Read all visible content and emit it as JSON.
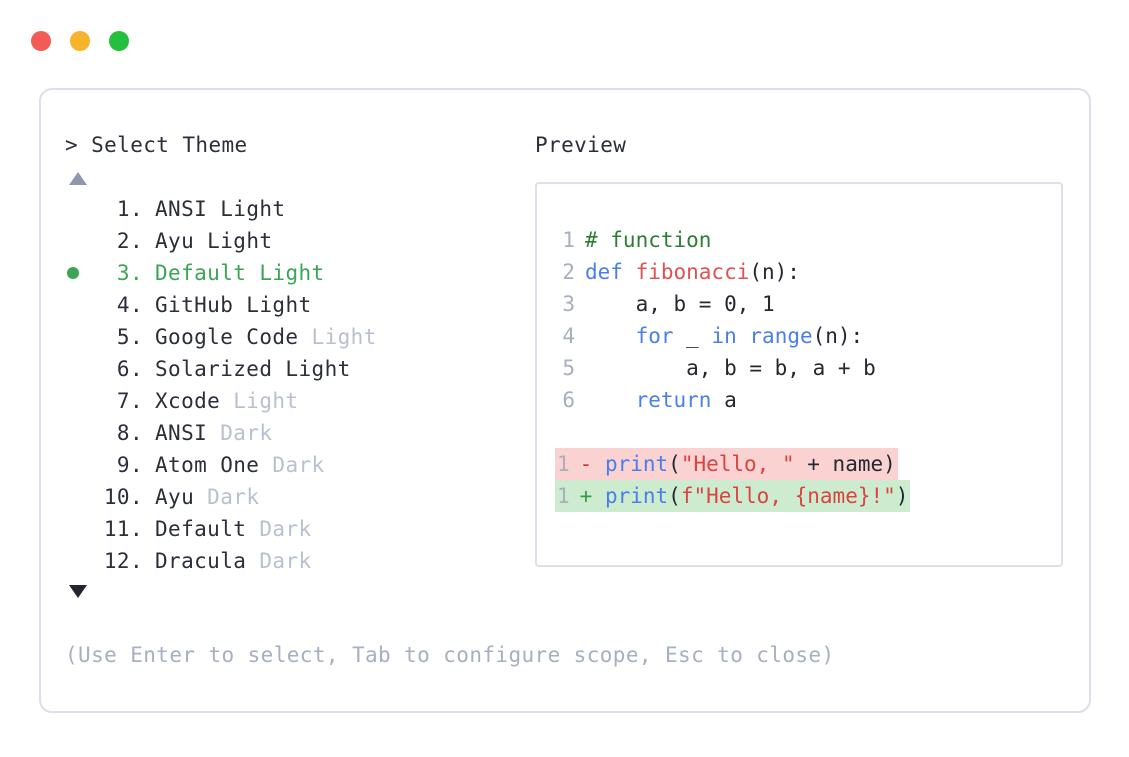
{
  "window": {
    "traffic_lights": [
      {
        "name": "close",
        "color": "#f45b56"
      },
      {
        "name": "minimize",
        "color": "#f7b32b"
      },
      {
        "name": "maximize",
        "color": "#22c03c"
      }
    ]
  },
  "left": {
    "prompt": "> Select Theme",
    "scroll_up_icon": "triangle-up",
    "scroll_down_icon": "triangle-down",
    "themes": [
      {
        "num": "1.",
        "name": "ANSI",
        "tag": " Light",
        "tag_muted": false,
        "selected": false
      },
      {
        "num": "2.",
        "name": "Ayu",
        "tag": " Light",
        "tag_muted": false,
        "selected": false
      },
      {
        "num": "3.",
        "name": "Default",
        "tag": " Light",
        "tag_muted": false,
        "selected": true
      },
      {
        "num": "4.",
        "name": "GitHub",
        "tag": " Light",
        "tag_muted": false,
        "selected": false
      },
      {
        "num": "5.",
        "name": "Google Code",
        "tag": " Light",
        "tag_muted": true,
        "selected": false
      },
      {
        "num": "6.",
        "name": "Solarized",
        "tag": " Light",
        "tag_muted": false,
        "selected": false
      },
      {
        "num": "7.",
        "name": "Xcode",
        "tag": " Light",
        "tag_muted": true,
        "selected": false
      },
      {
        "num": "8.",
        "name": "ANSI",
        "tag": " Dark",
        "tag_muted": true,
        "selected": false
      },
      {
        "num": "9.",
        "name": "Atom One",
        "tag": " Dark",
        "tag_muted": true,
        "selected": false
      },
      {
        "num": "10.",
        "name": "Ayu",
        "tag": " Dark",
        "tag_muted": true,
        "selected": false
      },
      {
        "num": "11.",
        "name": "Default",
        "tag": " Dark",
        "tag_muted": true,
        "selected": false
      },
      {
        "num": "12.",
        "name": "Dracula",
        "tag": " Dark",
        "tag_muted": true,
        "selected": false
      }
    ],
    "hint": "(Use Enter to select, Tab to configure scope, Esc to close)"
  },
  "right": {
    "title": "Preview",
    "code_lines": [
      {
        "ln": "1",
        "tokens": [
          {
            "t": "# function",
            "c": "c-comment"
          }
        ]
      },
      {
        "ln": "2",
        "tokens": [
          {
            "t": "def ",
            "c": "c-keyword"
          },
          {
            "t": "fibonacci",
            "c": "c-func"
          },
          {
            "t": "(n):",
            "c": "c-punct"
          }
        ]
      },
      {
        "ln": "3",
        "tokens": [
          {
            "t": "    a, b = 0, 1",
            "c": "c-plain"
          }
        ]
      },
      {
        "ln": "4",
        "tokens": [
          {
            "t": "    ",
            "c": "c-plain"
          },
          {
            "t": "for",
            "c": "c-keyword"
          },
          {
            "t": " _ ",
            "c": "c-plain"
          },
          {
            "t": "in",
            "c": "c-keyword"
          },
          {
            "t": " ",
            "c": "c-plain"
          },
          {
            "t": "range",
            "c": "c-builtin"
          },
          {
            "t": "(n):",
            "c": "c-punct"
          }
        ]
      },
      {
        "ln": "5",
        "tokens": [
          {
            "t": "        a, b = b, a + b",
            "c": "c-plain"
          }
        ]
      },
      {
        "ln": "6",
        "tokens": [
          {
            "t": "    ",
            "c": "c-plain"
          },
          {
            "t": "return",
            "c": "c-keyword"
          },
          {
            "t": " a",
            "c": "c-plain"
          }
        ]
      }
    ],
    "diff_lines": [
      {
        "kind": "del",
        "ln": "1",
        "sign": "-",
        "tokens": [
          {
            "t": "print",
            "c": "c-builtin"
          },
          {
            "t": "(",
            "c": "c-punct"
          },
          {
            "t": "\"Hello, \"",
            "c": "c-string"
          },
          {
            "t": " + name)",
            "c": "c-plain"
          }
        ]
      },
      {
        "kind": "add",
        "ln": "1",
        "sign": "+",
        "tokens": [
          {
            "t": "print",
            "c": "c-builtin"
          },
          {
            "t": "(",
            "c": "c-punct"
          },
          {
            "t": "f\"Hello, {name}!\"",
            "c": "c-string"
          },
          {
            "t": ")",
            "c": "c-punct"
          }
        ]
      }
    ]
  },
  "colors": {
    "panel_border": "#dcdfe8",
    "preview_border": "#dde0e8",
    "selected_green": "#3aa655",
    "muted_tag": "#b9c0ce",
    "hint_text": "#a7afc0",
    "diff_del_bg": "#fbd2d2",
    "diff_add_bg": "#cdeccf",
    "comment": "#2e7d32",
    "keyword": "#4a7fe8",
    "func": "#e05252",
    "string": "#d8453f",
    "text": "#24282f",
    "line_number": "#a8b0bd"
  }
}
